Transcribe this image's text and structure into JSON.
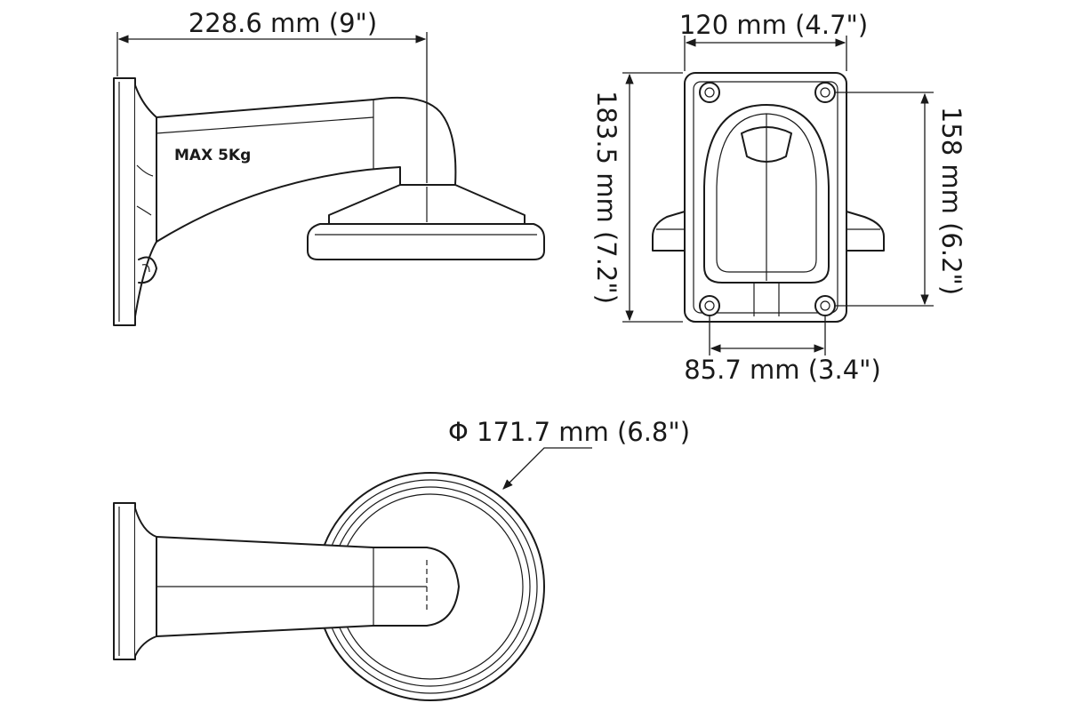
{
  "dimensions": {
    "arm_length": "228.6 mm (9\")",
    "plate_width": "120 mm (4.7\")",
    "plate_height": "183.5 mm (7.2\")",
    "hole_vertical": "158 mm (6.2\")",
    "hole_horizontal": "85.7 mm (3.4\")",
    "base_diameter": "Φ 171.7 mm (6.8\")"
  },
  "labels": {
    "max_load": "MAX 5Kg"
  }
}
